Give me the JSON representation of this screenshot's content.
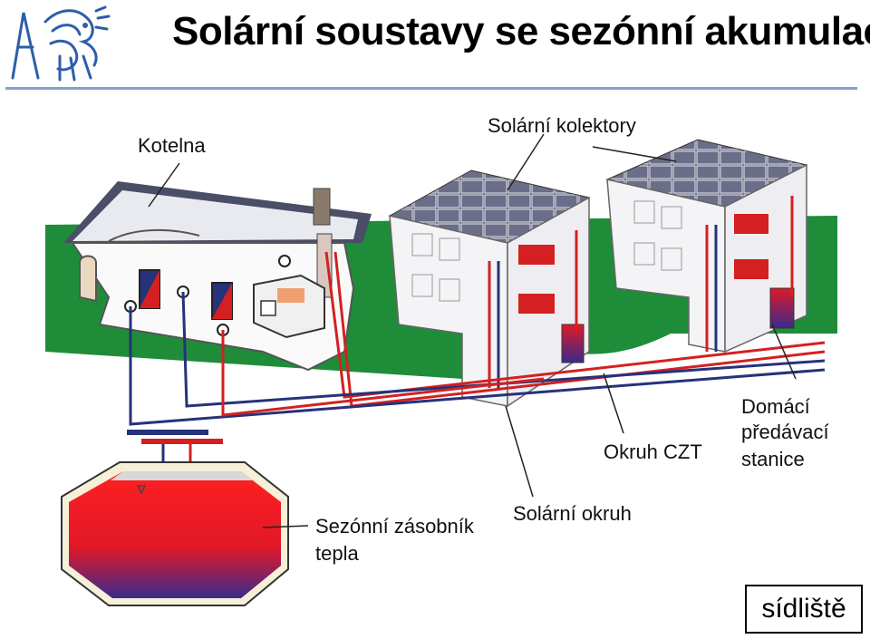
{
  "title": "Solární soustavy se sezónní akumulací",
  "tag": "sídliště",
  "labels": {
    "boiler_room": "Kotelna",
    "collectors": "Solární kolektory",
    "substations_l1": "Domácí",
    "substations_l2": "předávací",
    "substations_l3": "stanice",
    "czt_loop": "Okruh CZT",
    "solar_loop": "Solární okruh",
    "storage_l1": "Sezónní zásobník",
    "storage_l2": "tepla"
  },
  "colors": {
    "accent_line": "#7f9fcf",
    "grass": "#1f8c3a",
    "supply_pipe": "#d42020",
    "return_pipe": "#26327a",
    "roof": "#5a5e78",
    "logo": "#2c5fa8"
  }
}
